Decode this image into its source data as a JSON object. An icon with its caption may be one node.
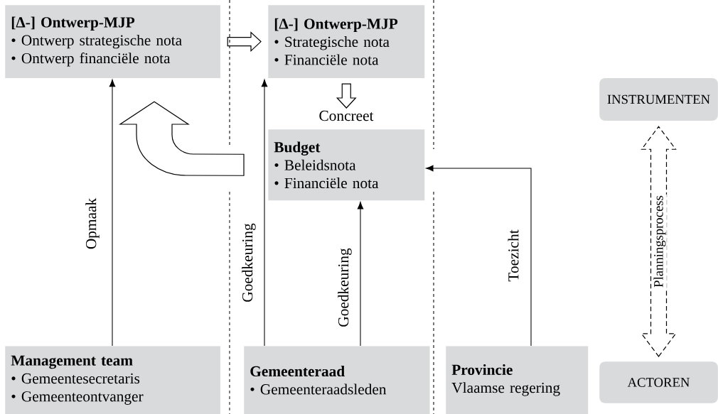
{
  "diagram": {
    "nodes": [
      {
        "text": [
          "[Δ-] **Ontwerp-MJP**",
          "• Ontwerp strategische nota",
          "• Ontwerp financiële nota"
        ]
      },
      {
        "text": [
          "[Δ-] **Ontwerp-MJP**",
          "• Strategische nota",
          "• Financiële nota"
        ]
      },
      {
        "text": [
          "Budget",
          "• Beleidsnota",
          "• Financiële nota"
        ]
      },
      {
        "text": [
          "Management team",
          "• Gemeentesecretaris",
          "• Gemeenteontvanger"
        ]
      },
      {
        "text": [
          "Gemeenteraad",
          "• Gemeenteraadsleden"
        ]
      },
      {
        "text": [
          "Provincie",
          "Vlaamse regering"
        ]
      },
      {
        "text": [
          "INSTRUMENTEN"
        ]
      },
      {
        "text": [
          "ACTOREN"
        ]
      }
    ],
    "edges": [
      {
        "from": 0,
        "to": 1,
        "arrow": "to",
        "style": "thick"
      },
      {
        "from": 1,
        "to": 2,
        "arrow": "to",
        "label": "Concreet",
        "style": "thick"
      },
      {
        "from": 2,
        "to": 0,
        "arrow": "to",
        "style": "thick"
      },
      {
        "from": 3,
        "to": 0,
        "arrow": "to",
        "label": "Opmaak"
      },
      {
        "from": 4,
        "to": 1,
        "arrow": "to",
        "label": "Goedkeuring"
      },
      {
        "from": 4,
        "to": 2,
        "arrow": "to",
        "label": "Goedkeuring"
      },
      {
        "from": 5,
        "to": 2,
        "arrow": "to",
        "label": "Toezicht"
      },
      {
        "from": 7,
        "to": 6,
        "arrow": "both",
        "label": "Planningsprocess",
        "style": "dashed"
      }
    ]
  }
}
